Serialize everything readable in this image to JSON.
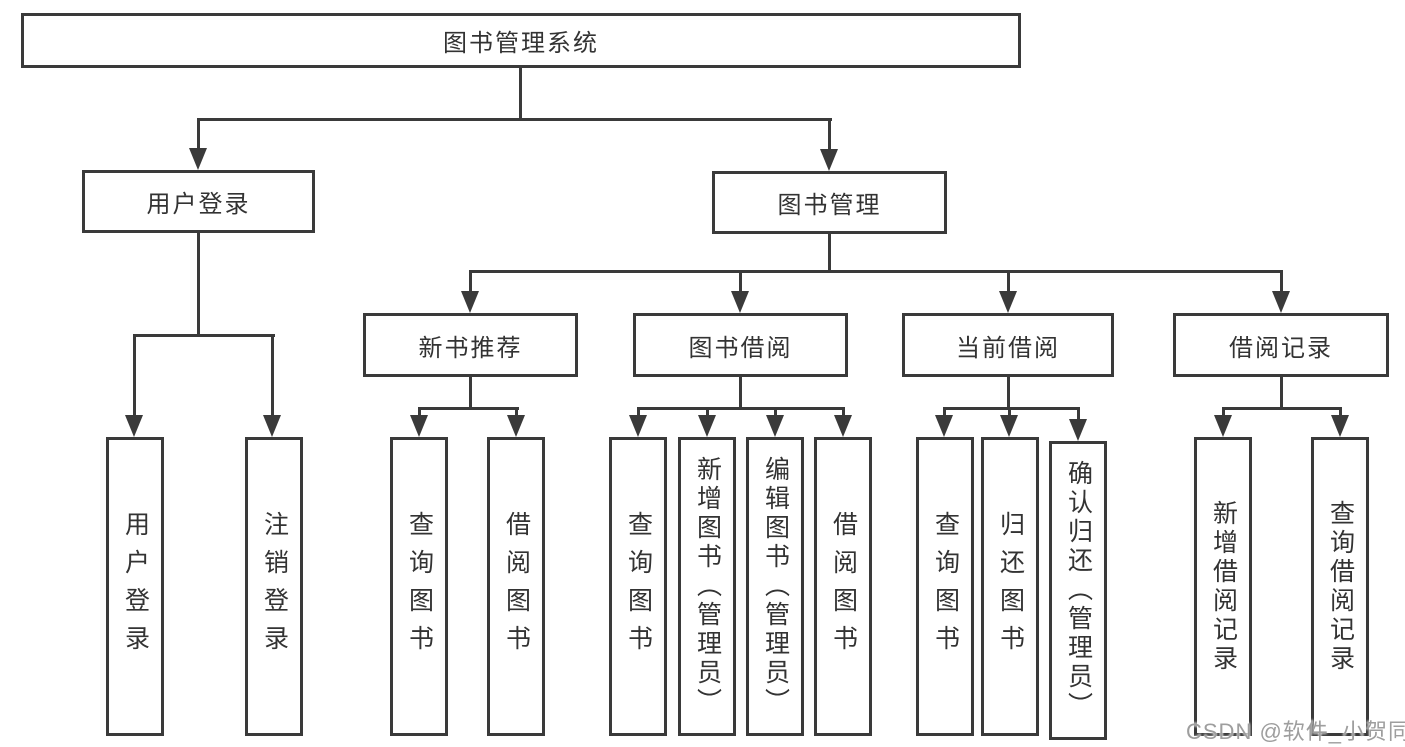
{
  "diagram": {
    "root": "图书管理系统",
    "branches": [
      {
        "label": "用户登录",
        "children": [
          "用户登录",
          "注销登录"
        ]
      },
      {
        "label": "图书管理",
        "groups": [
          {
            "label": "新书推荐",
            "children": [
              "查询图书",
              "借阅图书"
            ]
          },
          {
            "label": "图书借阅",
            "children": [
              "查询图书",
              "新增图书（管理员）",
              "编辑图书（管理员）",
              "借阅图书"
            ]
          },
          {
            "label": "当前借阅",
            "children": [
              "查询图书",
              "归还图书",
              "确认归还（管理员）"
            ]
          },
          {
            "label": "借阅记录",
            "children": [
              "新增借阅记录",
              "查询借阅记录"
            ]
          }
        ]
      }
    ]
  },
  "watermark": "CSDN @软件_小贺同学",
  "colors": {
    "line": "#3a3a3a",
    "text": "#333333",
    "watermark": "#9e9e9e",
    "background": "#ffffff"
  }
}
